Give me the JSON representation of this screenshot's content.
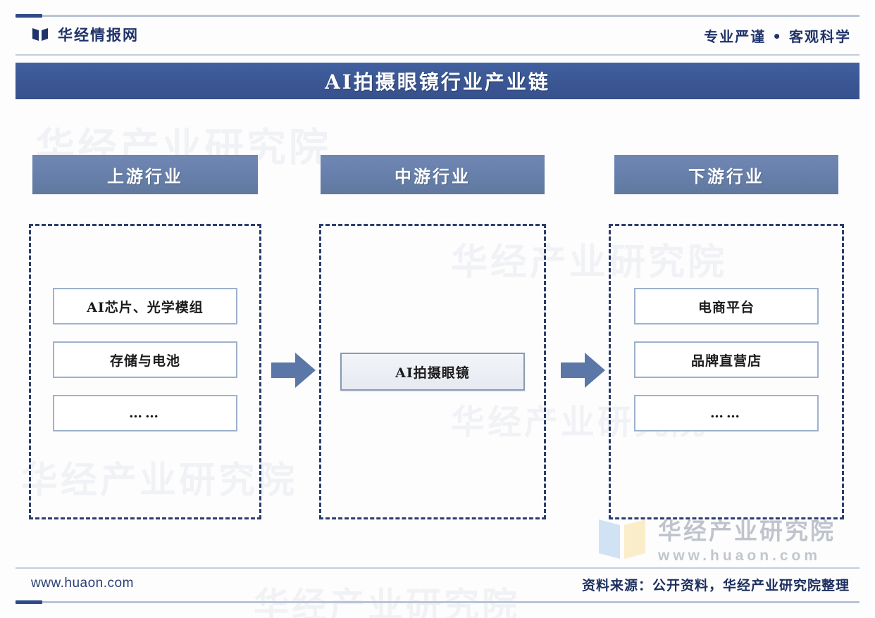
{
  "header": {
    "brand_name": "华经情报网",
    "brand_icon": "huaon-logo-icon",
    "tagline": "专业严谨 • 客观科学"
  },
  "title": {
    "text": "AI拍摄眼镜行业产业链"
  },
  "chart_data": {
    "type": "diagram",
    "title": "AI拍摄眼镜行业产业链",
    "subtype": "industry-value-chain",
    "flow": "left-to-right",
    "columns": [
      {
        "id": "upstream",
        "header": "上游行业",
        "items": [
          "AI芯片、光学模组",
          "存储与电池",
          "……"
        ]
      },
      {
        "id": "midstream",
        "header": "中游行业",
        "items": [
          "AI拍摄眼镜"
        ],
        "highlighted": true
      },
      {
        "id": "downstream",
        "header": "下游行业",
        "items": [
          "电商平台",
          "品牌直营店",
          "……"
        ]
      }
    ],
    "connectors": [
      {
        "from": "upstream",
        "to": "midstream",
        "shape": "block-arrow-right"
      },
      {
        "from": "midstream",
        "to": "downstream",
        "shape": "block-arrow-right"
      }
    ]
  },
  "watermark": {
    "title": "华经产业研究院",
    "url": "www.huaon.com",
    "background_text": "华经产业研究院"
  },
  "footer": {
    "url": "www.huaon.com",
    "source": "资料来源：公开资料，华经产业研究院整理"
  },
  "colors": {
    "title_bar": "#3a5693",
    "column_header": "#6780ab",
    "dashed_border": "#2b3c6d",
    "arrow": "#5b77a8",
    "item_border": "#9db1cd",
    "accent": "#2d4a86"
  }
}
